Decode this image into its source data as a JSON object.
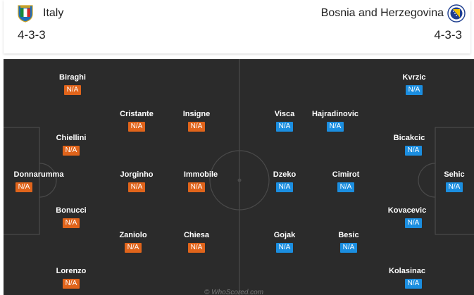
{
  "colors": {
    "home_rating": "#e0641b",
    "away_rating": "#1b8ee0",
    "pitch": "#2b2b2b",
    "lines": "#4a4a4a"
  },
  "home": {
    "name": "Italy",
    "formation": "4-3-3",
    "crest_icon": "italy-crest-icon",
    "players": [
      {
        "name": "Biraghi",
        "rating": "N/A"
      },
      {
        "name": "Chiellini",
        "rating": "N/A"
      },
      {
        "name": "Donnarumma",
        "rating": "N/A"
      },
      {
        "name": "Bonucci",
        "rating": "N/A"
      },
      {
        "name": "Lorenzo",
        "rating": "N/A"
      },
      {
        "name": "Cristante",
        "rating": "N/A"
      },
      {
        "name": "Jorginho",
        "rating": "N/A"
      },
      {
        "name": "Zaniolo",
        "rating": "N/A"
      },
      {
        "name": "Insigne",
        "rating": "N/A"
      },
      {
        "name": "Immobile",
        "rating": "N/A"
      },
      {
        "name": "Chiesa",
        "rating": "N/A"
      }
    ]
  },
  "away": {
    "name": "Bosnia and Herzegovina",
    "formation": "4-3-3",
    "crest_icon": "bosnia-crest-icon",
    "players": [
      {
        "name": "Kvrzic",
        "rating": "N/A"
      },
      {
        "name": "Bicakcic",
        "rating": "N/A"
      },
      {
        "name": "Sehic",
        "rating": "N/A"
      },
      {
        "name": "Kovacevic",
        "rating": "N/A"
      },
      {
        "name": "Kolasinac",
        "rating": "N/A"
      },
      {
        "name": "Hajradinovic",
        "rating": "N/A"
      },
      {
        "name": "Cimirot",
        "rating": "N/A"
      },
      {
        "name": "Besic",
        "rating": "N/A"
      },
      {
        "name": "Visca",
        "rating": "N/A"
      },
      {
        "name": "Dzeko",
        "rating": "N/A"
      },
      {
        "name": "Gojak",
        "rating": "N/A"
      }
    ]
  },
  "watermark": "© WhoScored.com"
}
